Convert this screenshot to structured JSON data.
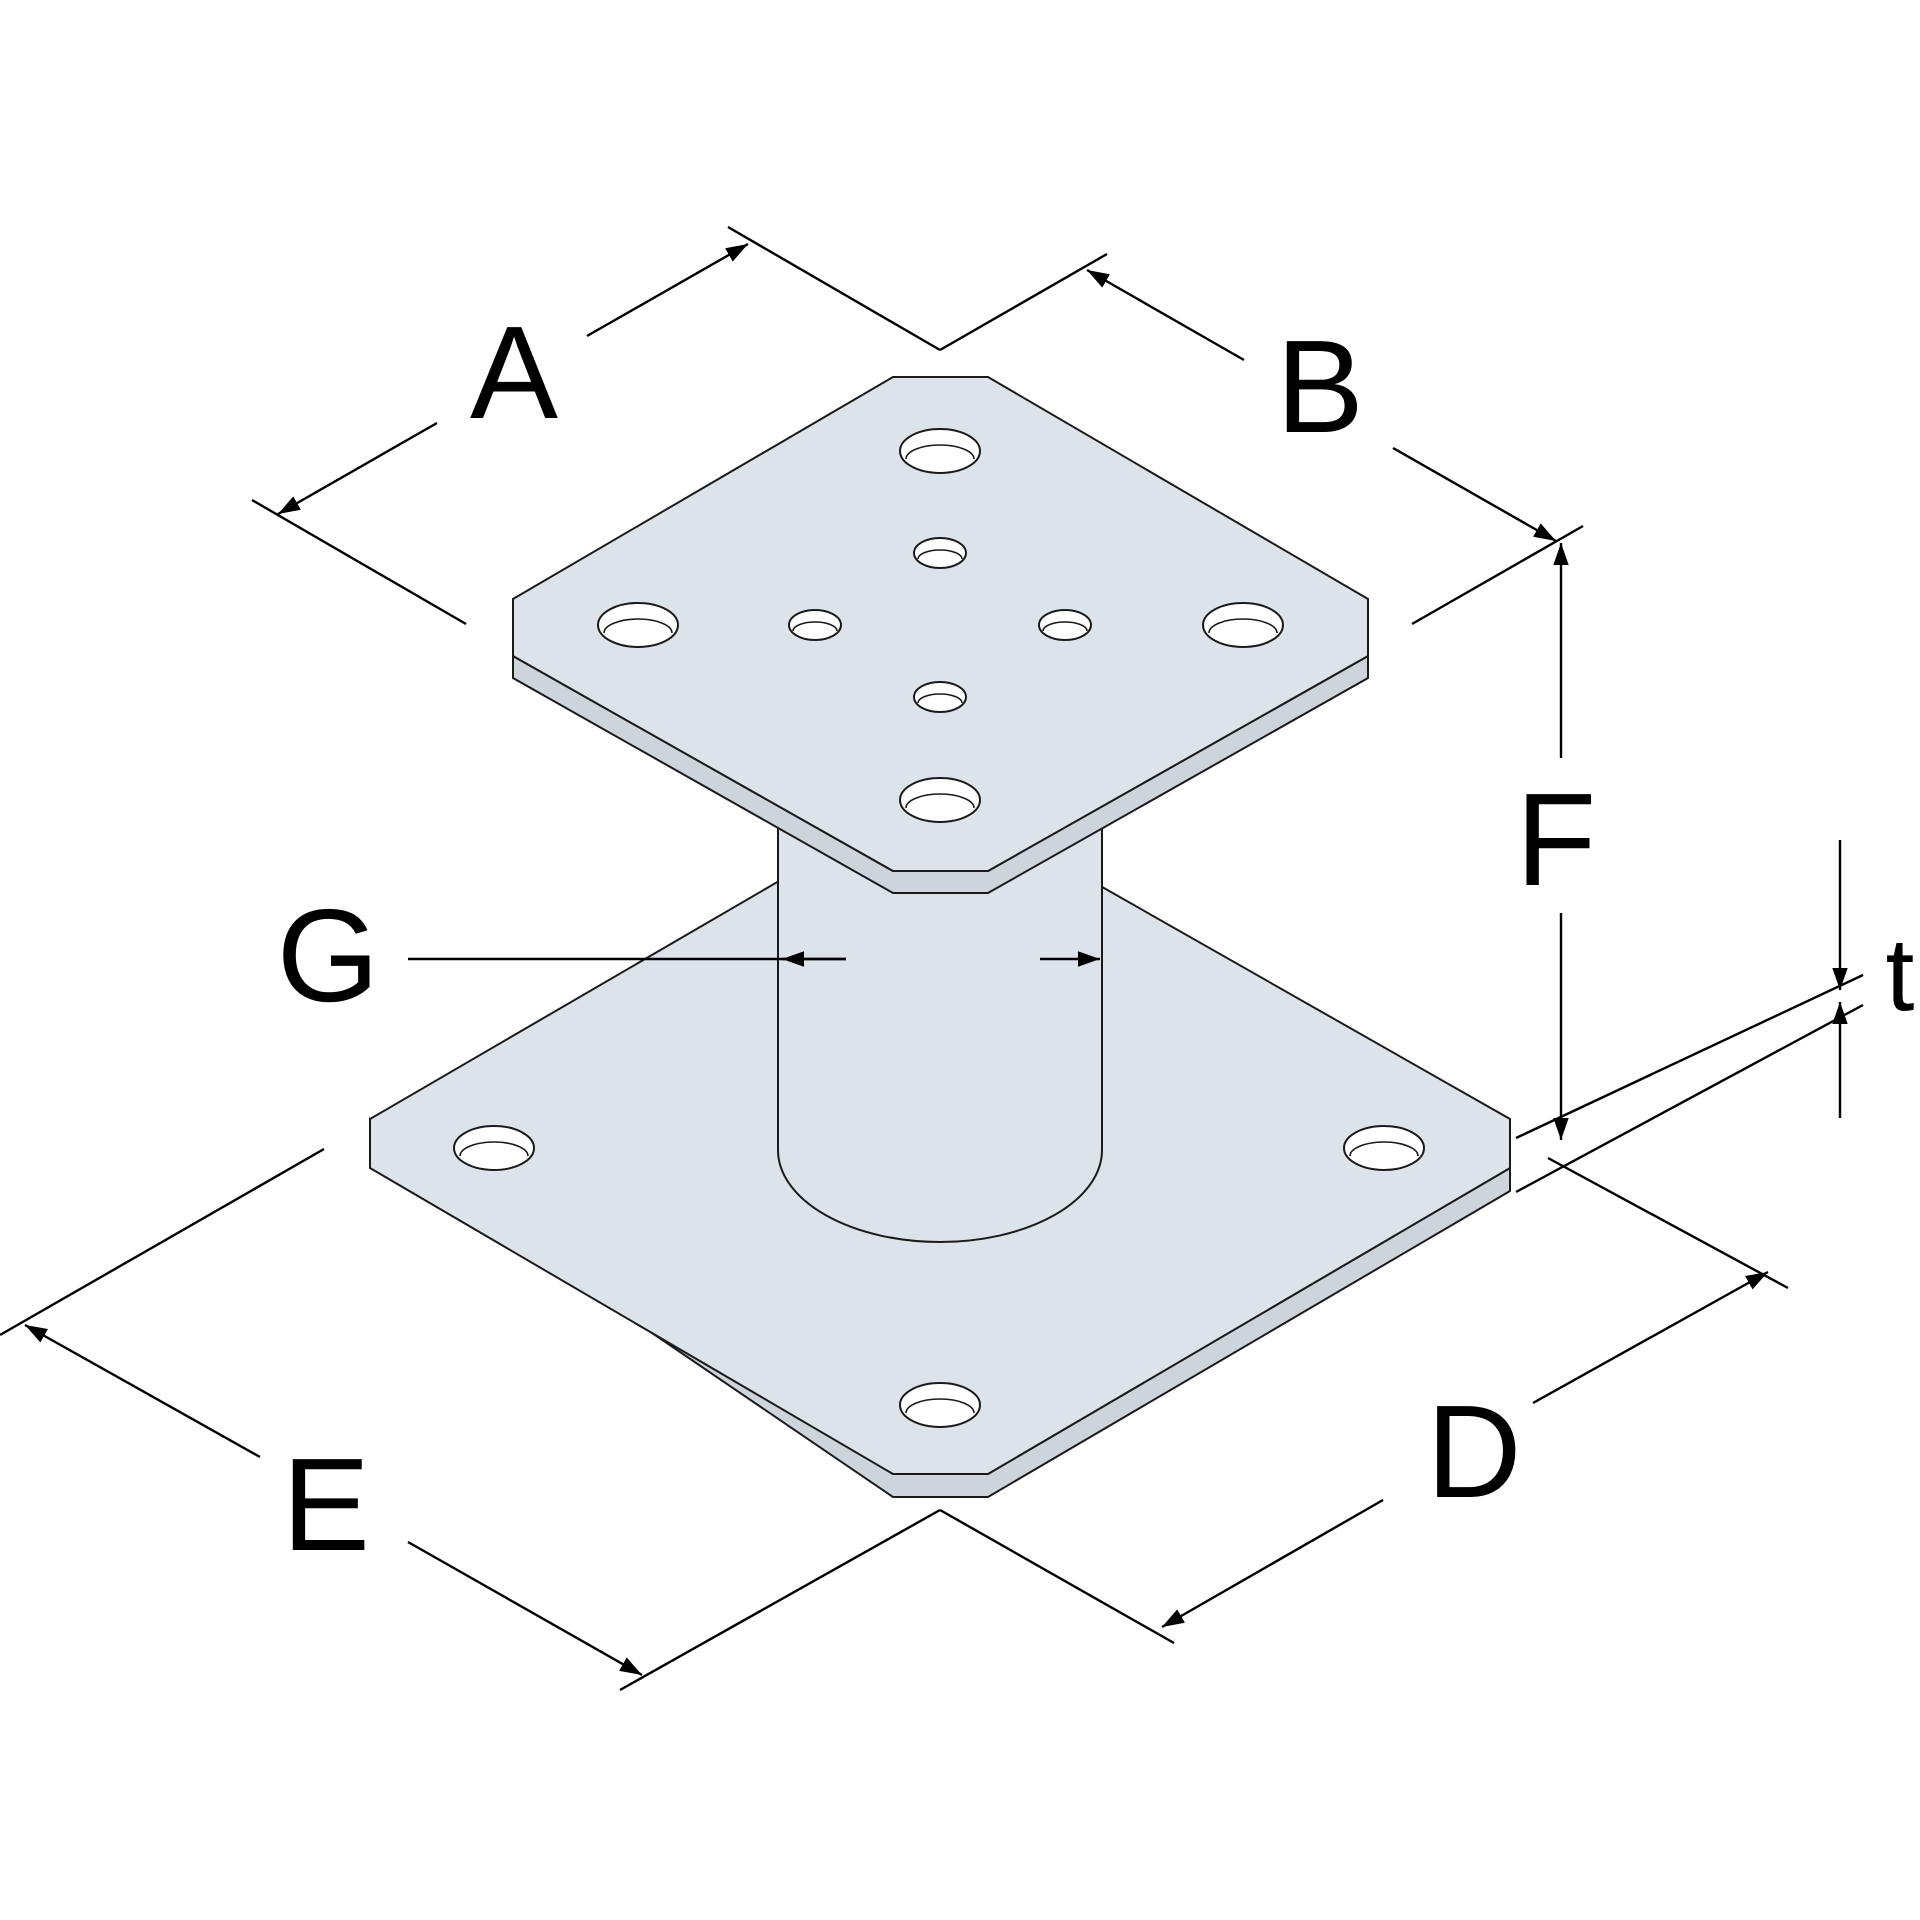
{
  "labels": {
    "a": "A",
    "b": "B",
    "d": "D",
    "e": "E",
    "f": "F",
    "g": "G",
    "t": "t"
  },
  "colors": {
    "plate_face": "#dde3ea",
    "plate_edge": "#cdd4dc",
    "line": "#000000",
    "background": "#ffffff"
  }
}
